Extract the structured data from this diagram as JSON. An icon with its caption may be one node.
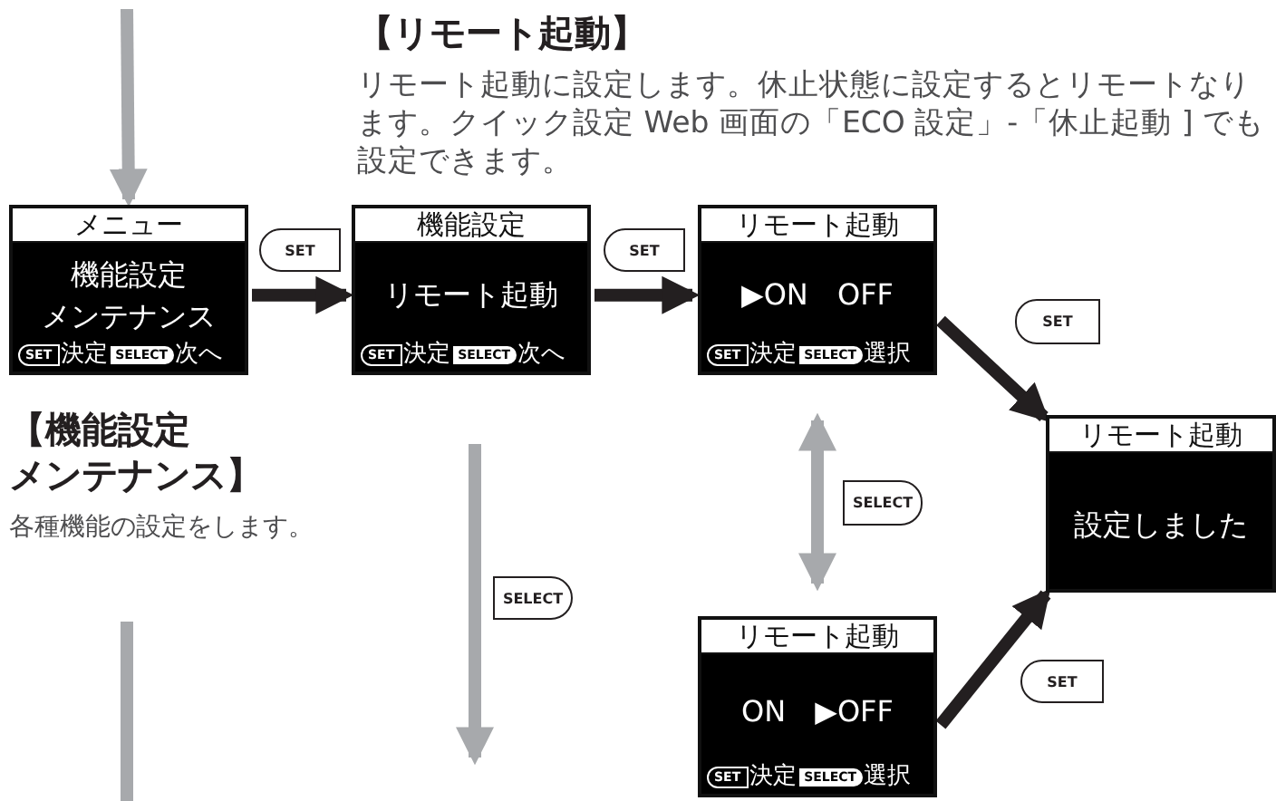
{
  "diagram": {
    "nodes": [
      {
        "text": [
          "メニュー",
          "機能設定",
          "メンテナンス",
          "SET",
          "決定",
          "SELECT",
          "次へ"
        ]
      },
      {
        "text": [
          "機能設定",
          "リモート起動",
          "SET",
          "決定",
          "SELECT",
          "次へ"
        ]
      },
      {
        "text": [
          "リモート起動",
          "▶ON",
          "OFF",
          "SET",
          "決定",
          "SELECT",
          "選択"
        ]
      },
      {
        "text": [
          "リモート起動",
          "ON",
          "▶OFF",
          "SET",
          "決定",
          "SELECT",
          "選択"
        ]
      },
      {
        "text": [
          "リモート起動",
          "設定しました"
        ]
      }
    ],
    "edges": [
      {
        "from": null,
        "to": 0,
        "arrow": "to",
        "color": "#a7a9ac"
      },
      {
        "from": 0,
        "to": 1,
        "arrow": "to",
        "label": "SET"
      },
      {
        "from": 1,
        "to": 2,
        "arrow": "to",
        "label": "SET"
      },
      {
        "from": 2,
        "to": 3,
        "arrow": "both",
        "label": "SELECT",
        "color": "#a7a9ac"
      },
      {
        "from": 2,
        "to": 4,
        "arrow": "to",
        "label": "SET"
      },
      {
        "from": 3,
        "to": 4,
        "arrow": "to",
        "label": "SET"
      }
    ],
    "labels": [
      "【リモート起動】",
      "リモート起動に設定します。休止状態に設定するとリモートなります。クイック設定 Web 画面の「ECO 設定」-「休止起動 ] でも設定できます。",
      "【機能設定",
      "メンテナンス】",
      "各種機能の設定をします。",
      "SELECT"
    ]
  }
}
